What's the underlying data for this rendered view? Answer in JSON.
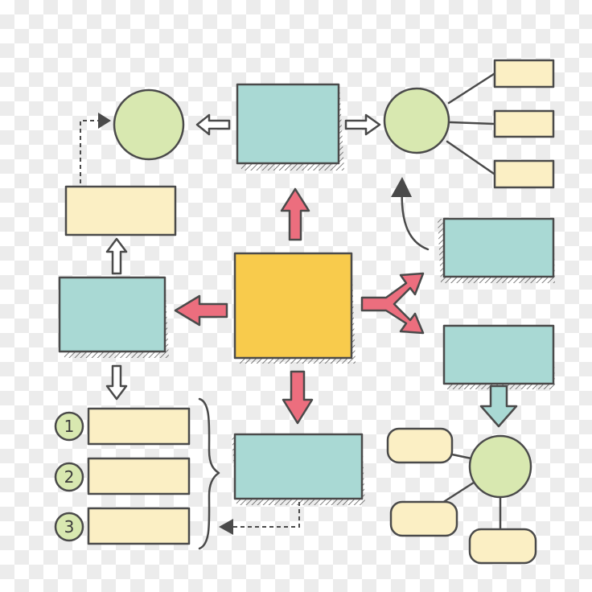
{
  "list_numbers": [
    "1",
    "2",
    "3"
  ],
  "colors": {
    "teal": "#a9d9d4",
    "green": "#d8e8b0",
    "yellow": "#fbefc4",
    "orange": "#f8cb4c",
    "pink": "#ec6e7e",
    "ink": "#4a4a4a"
  }
}
